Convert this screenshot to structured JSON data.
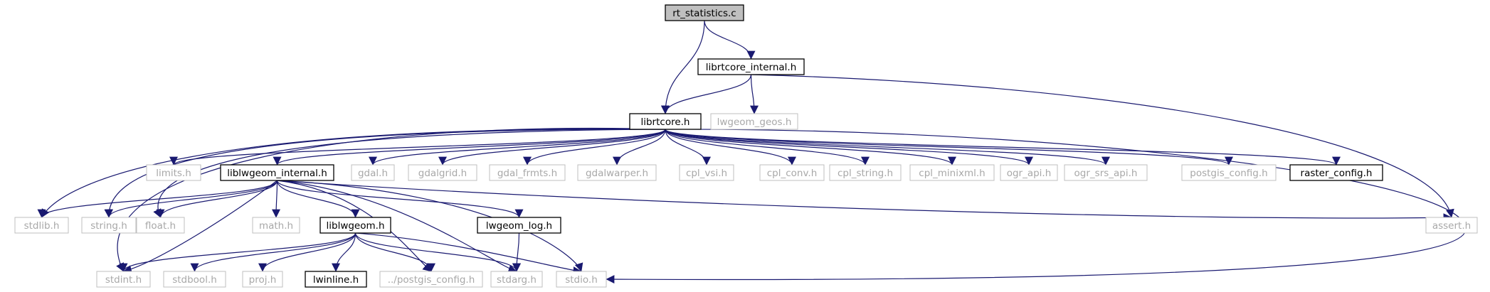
{
  "graph": {
    "root": "n_rt_statistics",
    "colors": {
      "edge": "#191970",
      "box_solid": "#000000",
      "box_missing": "#bfbfbf",
      "root_fill": "#bfbfbf"
    },
    "nodes": [
      {
        "id": "n_rt_statistics",
        "label": "rt_statistics.c",
        "kind": "root"
      },
      {
        "id": "n_librtcore_internal",
        "label": "librtcore_internal.h",
        "kind": "solid"
      },
      {
        "id": "n_librtcore",
        "label": "librtcore.h",
        "kind": "solid"
      },
      {
        "id": "n_lwgeom_geos",
        "label": "lwgeom_geos.h",
        "kind": "missing"
      },
      {
        "id": "n_limits",
        "label": "limits.h",
        "kind": "missing"
      },
      {
        "id": "n_liblwgeom_internal",
        "label": "liblwgeom_internal.h",
        "kind": "solid"
      },
      {
        "id": "n_gdal",
        "label": "gdal.h",
        "kind": "missing"
      },
      {
        "id": "n_gdalgrid",
        "label": "gdalgrid.h",
        "kind": "missing"
      },
      {
        "id": "n_gdal_frmts",
        "label": "gdal_frmts.h",
        "kind": "missing"
      },
      {
        "id": "n_gdalwarper",
        "label": "gdalwarper.h",
        "kind": "missing"
      },
      {
        "id": "n_cpl_vsi",
        "label": "cpl_vsi.h",
        "kind": "missing"
      },
      {
        "id": "n_cpl_conv",
        "label": "cpl_conv.h",
        "kind": "missing"
      },
      {
        "id": "n_cpl_string",
        "label": "cpl_string.h",
        "kind": "missing"
      },
      {
        "id": "n_cpl_minixml",
        "label": "cpl_minixml.h",
        "kind": "missing"
      },
      {
        "id": "n_ogr_api",
        "label": "ogr_api.h",
        "kind": "missing"
      },
      {
        "id": "n_ogr_srs_api",
        "label": "ogr_srs_api.h",
        "kind": "missing"
      },
      {
        "id": "n_postgis_config",
        "label": "postgis_config.h",
        "kind": "missing"
      },
      {
        "id": "n_raster_config",
        "label": "raster_config.h",
        "kind": "solid"
      },
      {
        "id": "n_stdlib",
        "label": "stdlib.h",
        "kind": "missing"
      },
      {
        "id": "n_string",
        "label": "string.h",
        "kind": "missing"
      },
      {
        "id": "n_float",
        "label": "float.h",
        "kind": "missing"
      },
      {
        "id": "n_math",
        "label": "math.h",
        "kind": "missing"
      },
      {
        "id": "n_liblwgeom",
        "label": "liblwgeom.h",
        "kind": "solid"
      },
      {
        "id": "n_lwgeom_log",
        "label": "lwgeom_log.h",
        "kind": "solid"
      },
      {
        "id": "n_assert",
        "label": "assert.h",
        "kind": "missing"
      },
      {
        "id": "n_stdint",
        "label": "stdint.h",
        "kind": "missing"
      },
      {
        "id": "n_stdbool",
        "label": "stdbool.h",
        "kind": "missing"
      },
      {
        "id": "n_proj",
        "label": "proj.h",
        "kind": "missing"
      },
      {
        "id": "n_lwinline",
        "label": "lwinline.h",
        "kind": "solid"
      },
      {
        "id": "n_dotdot_postgis_config",
        "label": "../postgis_config.h",
        "kind": "missing"
      },
      {
        "id": "n_stdarg",
        "label": "stdarg.h",
        "kind": "missing"
      },
      {
        "id": "n_stdio",
        "label": "stdio.h",
        "kind": "missing"
      }
    ],
    "edges": [
      {
        "from": "n_rt_statistics",
        "to": "n_librtcore_internal"
      },
      {
        "from": "n_rt_statistics",
        "to": "n_librtcore"
      },
      {
        "from": "n_librtcore_internal",
        "to": "n_librtcore"
      },
      {
        "from": "n_librtcore_internal",
        "to": "n_lwgeom_geos"
      },
      {
        "from": "n_librtcore_internal",
        "to": "n_assert"
      },
      {
        "from": "n_librtcore",
        "to": "n_stdint"
      },
      {
        "from": "n_librtcore",
        "to": "n_stdlib"
      },
      {
        "from": "n_librtcore",
        "to": "n_string"
      },
      {
        "from": "n_librtcore",
        "to": "n_float"
      },
      {
        "from": "n_librtcore",
        "to": "n_limits"
      },
      {
        "from": "n_librtcore",
        "to": "n_liblwgeom_internal"
      },
      {
        "from": "n_librtcore",
        "to": "n_gdal"
      },
      {
        "from": "n_librtcore",
        "to": "n_gdalgrid"
      },
      {
        "from": "n_librtcore",
        "to": "n_gdal_frmts"
      },
      {
        "from": "n_librtcore",
        "to": "n_gdalwarper"
      },
      {
        "from": "n_librtcore",
        "to": "n_cpl_vsi"
      },
      {
        "from": "n_librtcore",
        "to": "n_cpl_conv"
      },
      {
        "from": "n_librtcore",
        "to": "n_cpl_string"
      },
      {
        "from": "n_librtcore",
        "to": "n_cpl_minixml"
      },
      {
        "from": "n_librtcore",
        "to": "n_ogr_api"
      },
      {
        "from": "n_librtcore",
        "to": "n_ogr_srs_api"
      },
      {
        "from": "n_librtcore",
        "to": "n_postgis_config"
      },
      {
        "from": "n_librtcore",
        "to": "n_raster_config"
      },
      {
        "from": "n_librtcore",
        "to": "n_stdio"
      },
      {
        "from": "n_liblwgeom_internal",
        "to": "n_stdlib"
      },
      {
        "from": "n_liblwgeom_internal",
        "to": "n_string"
      },
      {
        "from": "n_liblwgeom_internal",
        "to": "n_float"
      },
      {
        "from": "n_liblwgeom_internal",
        "to": "n_math"
      },
      {
        "from": "n_liblwgeom_internal",
        "to": "n_liblwgeom"
      },
      {
        "from": "n_liblwgeom_internal",
        "to": "n_lwgeom_log"
      },
      {
        "from": "n_liblwgeom_internal",
        "to": "n_assert"
      },
      {
        "from": "n_liblwgeom_internal",
        "to": "n_stdint"
      },
      {
        "from": "n_liblwgeom_internal",
        "to": "n_dotdot_postgis_config"
      },
      {
        "from": "n_liblwgeom_internal",
        "to": "n_stdarg"
      },
      {
        "from": "n_liblwgeom_internal",
        "to": "n_stdio"
      },
      {
        "from": "n_liblwgeom",
        "to": "n_stdint"
      },
      {
        "from": "n_liblwgeom",
        "to": "n_stdbool"
      },
      {
        "from": "n_liblwgeom",
        "to": "n_proj"
      },
      {
        "from": "n_liblwgeom",
        "to": "n_lwinline"
      },
      {
        "from": "n_liblwgeom",
        "to": "n_dotdot_postgis_config"
      },
      {
        "from": "n_liblwgeom",
        "to": "n_stdarg"
      },
      {
        "from": "n_liblwgeom",
        "to": "n_stdio"
      },
      {
        "from": "n_lwgeom_log",
        "to": "n_stdarg"
      }
    ]
  }
}
